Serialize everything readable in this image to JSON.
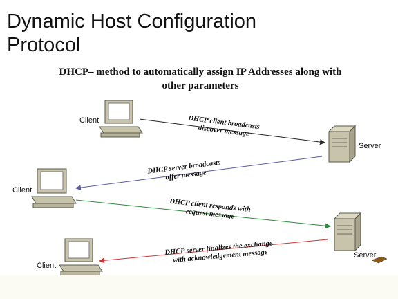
{
  "slide": {
    "title_line1": "Dynamic Host Configuration",
    "title_line2": "Protocol",
    "subtitle_line1": "DHCP– method to automatically assign IP Addresses along with",
    "subtitle_line2": "other parameters"
  },
  "diagram": {
    "nodes": [
      {
        "id": "client1",
        "type": "client",
        "label": "Client"
      },
      {
        "id": "server1",
        "type": "server",
        "label": "Server"
      },
      {
        "id": "client2",
        "type": "client",
        "label": "Client"
      },
      {
        "id": "server2",
        "type": "server",
        "label": "Server"
      },
      {
        "id": "client3",
        "type": "client",
        "label": "Client"
      }
    ],
    "messages": [
      {
        "from": "client1",
        "to": "server1",
        "color": "#222222",
        "line1": "DHCP client broadcasts",
        "line2": "discover message"
      },
      {
        "from": "server1",
        "to": "client2",
        "color": "#5a5aa0",
        "line1": "DHCP server broadcasts",
        "line2": "offer message"
      },
      {
        "from": "client2",
        "to": "server2",
        "color": "#2e8a3a",
        "line1": "DHCP client responds with",
        "line2": "request message"
      },
      {
        "from": "server2",
        "to": "client3",
        "color": "#d03434",
        "line1": "DHCP server finalizes the exchange",
        "line2": "with acknowledgement message"
      }
    ],
    "colors": {
      "device": "#c8c4ac",
      "screen": "#ffffff"
    }
  }
}
